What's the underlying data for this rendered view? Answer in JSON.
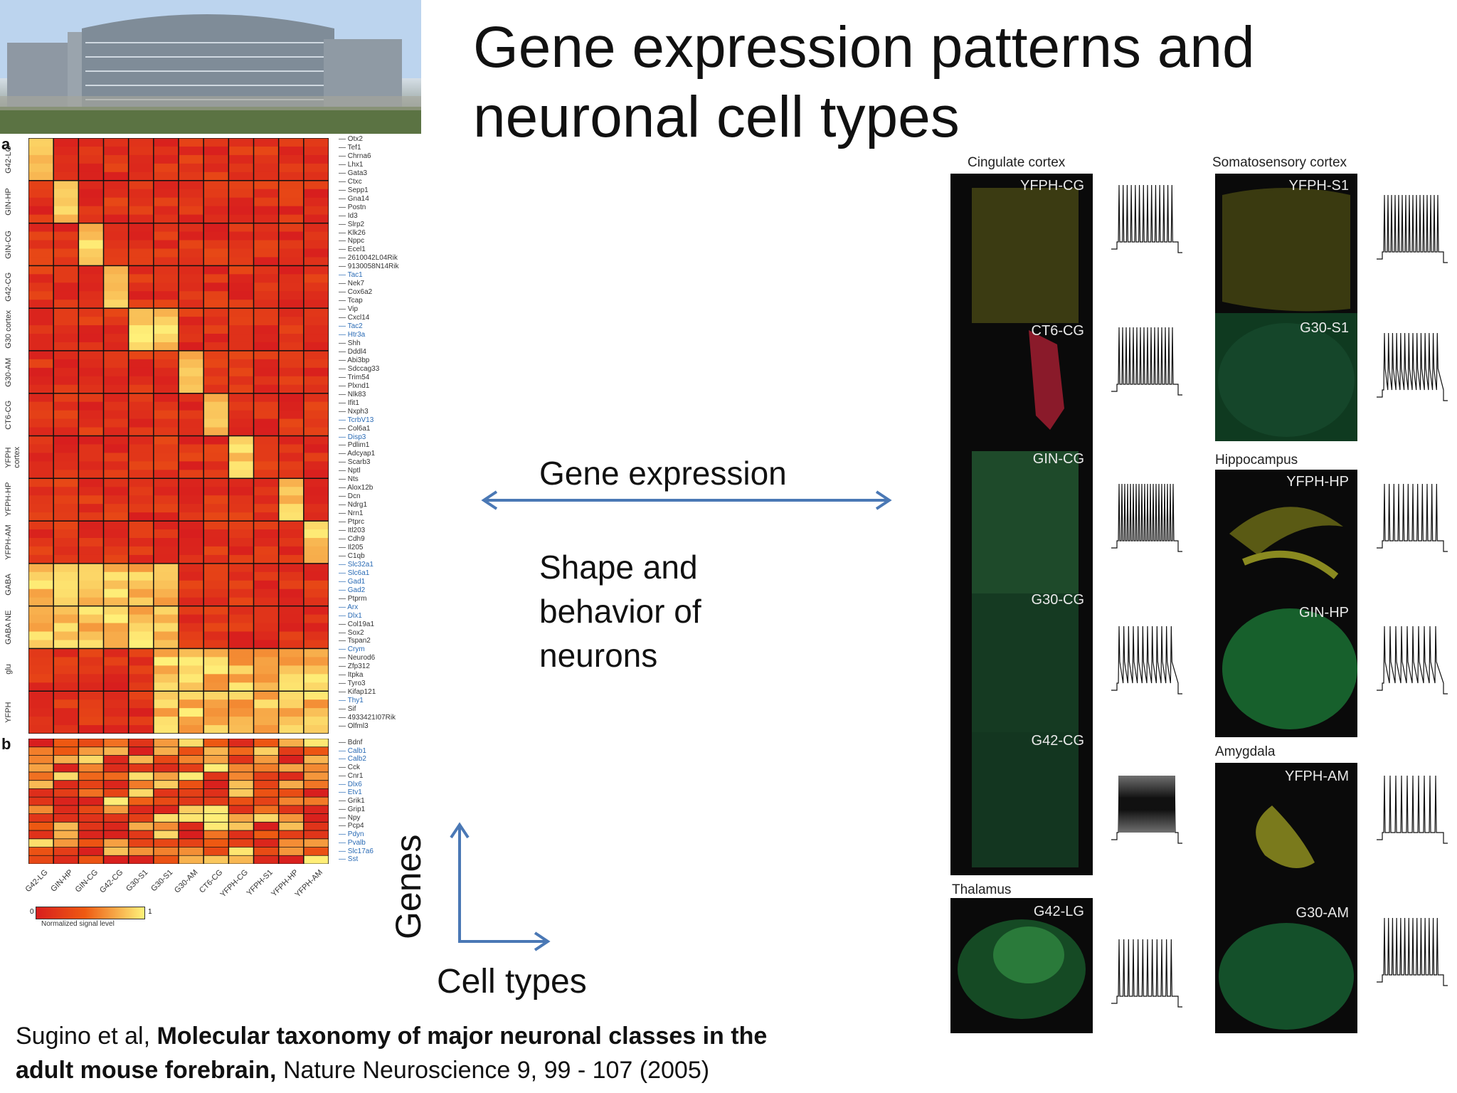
{
  "title": "Gene expression patterns and neuronal cell types",
  "heatmap": {
    "panel_a": "a",
    "panel_b": "b",
    "row_groups": [
      "G42-LG",
      "GIN-HP",
      "GIN-CG",
      "G42-CG",
      "G30 cortex",
      "G30-AM",
      "CT6-CG",
      "YFPH cortex",
      "YFPH-HP",
      "YFPH-AM",
      "GABA",
      "GABA NE",
      "glu",
      "YFPH"
    ],
    "columns": [
      "G42-LG",
      "GIN-HP",
      "GIN-CG",
      "G42-CG",
      "G30-S1",
      "G30-S1",
      "G30-AM",
      "CT6-CG",
      "YFPH-CG",
      "YFPH-S1",
      "YFPH-HP",
      "YFPH-AM"
    ],
    "genes_a": [
      "Otx2",
      "Tef1",
      "Chrna6",
      "Lhx1",
      "Gata3",
      "Ctxc",
      "Sepp1",
      "Gna14",
      "Postn",
      "Id3",
      "Slrp2",
      "Klk26",
      "Nppc",
      "Ecel1",
      "2610042L04Rik",
      "9130058N14Rik",
      "Tac1",
      "Nek7",
      "Cox6a2",
      "Tcap",
      "Vip",
      "Cxcl14",
      "Tac2",
      "Htr3a",
      "Shh",
      "Dddl4",
      "Abi3bp",
      "Sdccag33",
      "Trim54",
      "Plxnd1",
      "Nlk83",
      "Ifit1",
      "Nxph3",
      "TcrbV13",
      "Col6a1",
      "Disp3",
      "Pdlim1",
      "Adcyap1",
      "Scarb3",
      "Nptl",
      "Nts",
      "Alox12b",
      "Dcn",
      "Ndrg1",
      "Nrn1",
      "Ptprc",
      "Itl203",
      "Cdh9",
      "Il205",
      "C1qb",
      "Slc32a1",
      "Slc6a1",
      "Gad1",
      "Gad2",
      "Ptprm",
      "Arx",
      "Dlx1",
      "Col19a1",
      "Sox2",
      "Tspan2",
      "Crym",
      "Neurod6",
      "Zfp312",
      "Itpka",
      "Tyro3",
      "Kifap121",
      "Thy1",
      "Sif",
      "4933421I07Rik",
      "Olfml3"
    ],
    "genes_a_blue": [
      16,
      22,
      23,
      33,
      35,
      50,
      51,
      52,
      53,
      55,
      56,
      60,
      66
    ],
    "genes_b": [
      "Bdnf",
      "Calb1",
      "Calb2",
      "Cck",
      "Cnr1",
      "Dlx6",
      "Etv1",
      "Grik1",
      "Grip1",
      "Npy",
      "Pcp4",
      "Pdyn",
      "Pvalb",
      "Slc17a6",
      "Sst"
    ],
    "genes_b_blue": [
      1,
      2,
      5,
      6,
      11,
      12,
      13,
      14
    ],
    "scale_min": "0",
    "scale_max": "1",
    "scale_label": "Normalized signal level",
    "colors": {
      "low": "#d81e1e",
      "mid": "#ee5a12",
      "high": "#fff27a"
    }
  },
  "middle": {
    "gene_expression": "Gene expression",
    "shape_line1": "Shape and",
    "shape_line2": "behavior of",
    "shape_line3": "neurons",
    "arrow_color": "#4a78b5"
  },
  "axes": {
    "genes": "Genes",
    "cell_types": "Cell types"
  },
  "citation": {
    "authors": "Sugino et al, ",
    "title_bold_1": "Molecular taxonomy of major neuronal classes in the",
    "title_bold_2": "adult mouse forebrain,",
    "journal": " Nature Neuroscience 9, 99 - 107 (2005)"
  },
  "regions": {
    "cingulate": "Cingulate cortex",
    "somatosensory": "Somatosensory cortex",
    "hippocampus": "Hippocampus",
    "amygdala": "Amygdala",
    "thalamus": "Thalamus"
  },
  "image_labels": {
    "yfph_cg": "YFPH-CG",
    "ct6_cg": "CT6-CG",
    "gin_cg": "GIN-CG",
    "g30_cg": "G30-CG",
    "g42_cg": "G42-CG",
    "g42_lg": "G42-LG",
    "yfph_s1": "YFPH-S1",
    "g30_s1": "G30-S1",
    "yfph_hp": "YFPH-HP",
    "gin_hp": "GIN-HP",
    "yfph_am": "YFPH-AM",
    "g30_am": "G30-AM"
  }
}
